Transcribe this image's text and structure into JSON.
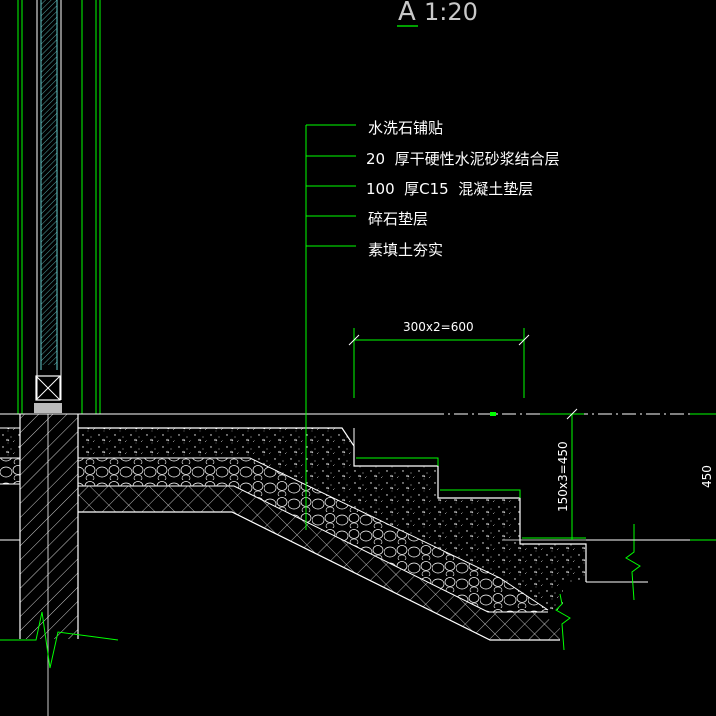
{
  "drawing": {
    "title_letter": "A",
    "title_scale": "1:20",
    "leader_labels": [
      "水洗石铺贴",
      "20  厚干硬性水泥砂浆结合层",
      "100  厚C15  混凝土垫层",
      "碎石垫层",
      "素填土夯实"
    ],
    "dim_tread": "300x2=600",
    "dim_riser": "150x3=450",
    "dim_total_height": "450"
  },
  "colors": {
    "background": "#000000",
    "linework": "#ffffff",
    "leader": "#00ff00",
    "glass": "#66cccc"
  }
}
